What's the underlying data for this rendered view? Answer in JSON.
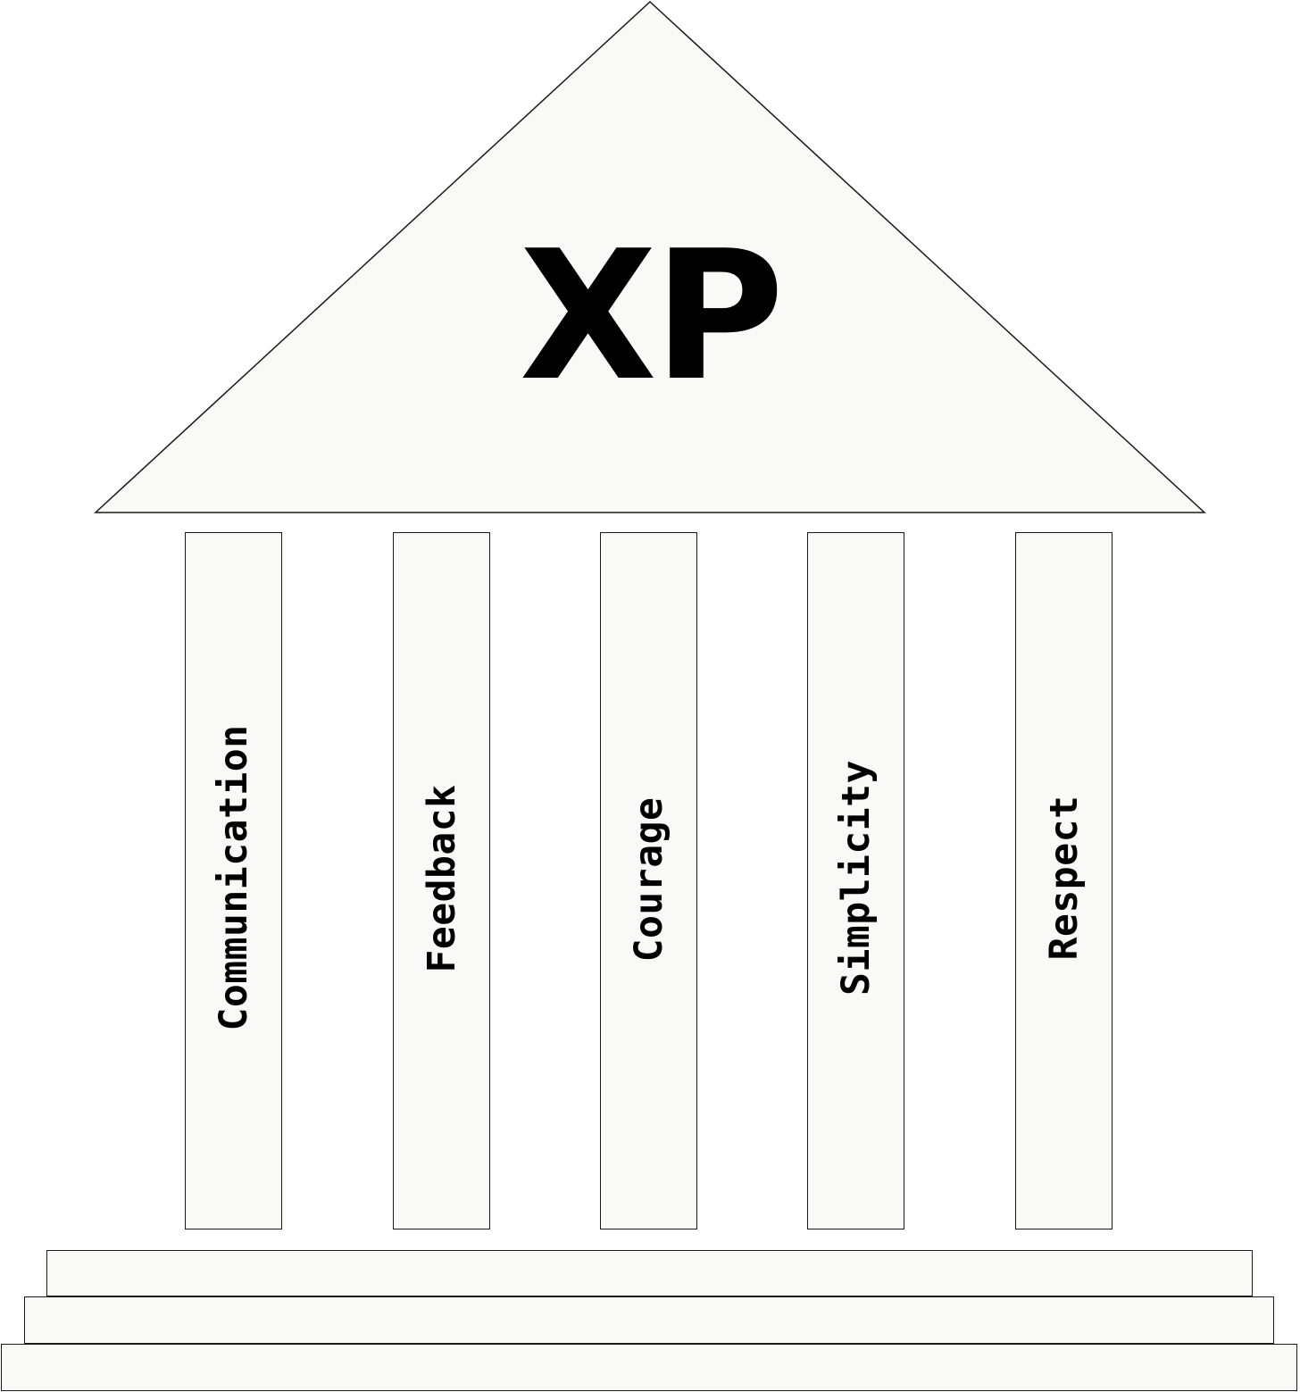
{
  "diagram": {
    "title": "XP",
    "pillars": [
      {
        "label": "Communication"
      },
      {
        "label": "Feedback"
      },
      {
        "label": "Courage"
      },
      {
        "label": "Simplicity"
      },
      {
        "label": "Respect"
      }
    ],
    "colors": {
      "fill": "#f9f9f6",
      "stroke": "#1a1a1a",
      "text": "#000000"
    }
  }
}
